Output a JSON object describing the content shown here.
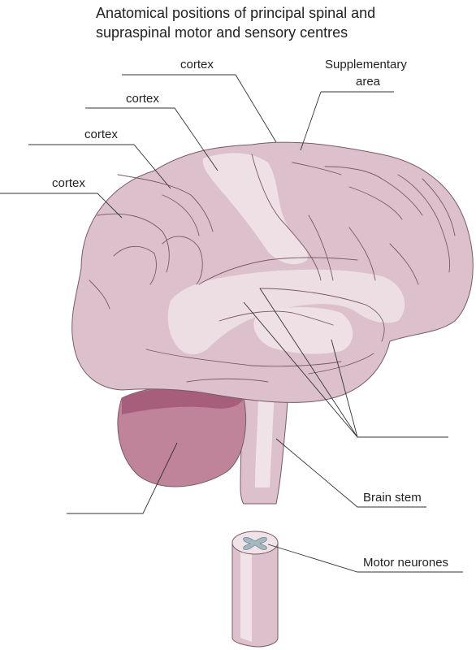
{
  "title": "Anatomical positions of principal spinal and supraspinal motor and sensory centres",
  "labels": {
    "cortex_top": "cortex",
    "cortex_upper": "cortex",
    "cortex_middle": "cortex",
    "cortex_lower": "cortex",
    "supplementary_line1": "Supplementary",
    "supplementary_line2": "area",
    "brain_stem": "Brain stem",
    "motor_neurones": "Motor neurones"
  },
  "colors": {
    "brain": "#dcc0cb",
    "brain_outline": "#7a5a66",
    "highlight": "#f0e3e8",
    "cerebellum": "#c0849a",
    "cerebellum_dark": "#a65e7b",
    "spinal_cord": "#e6d2da",
    "grey_matter": "#a4b8c0",
    "leader_line": "#333333"
  }
}
